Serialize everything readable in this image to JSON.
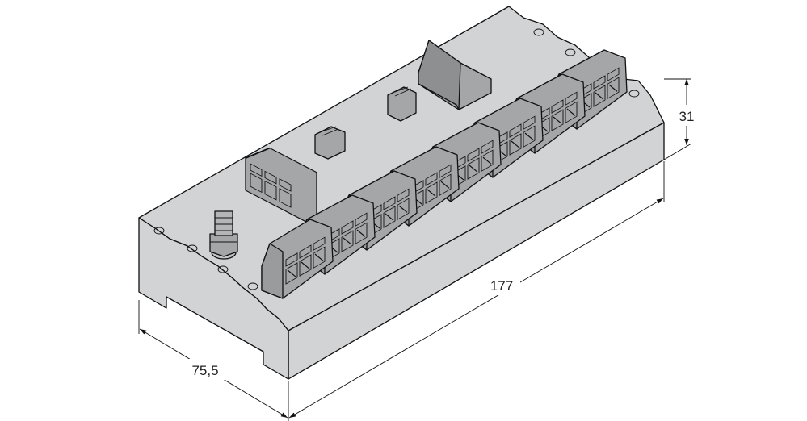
{
  "dimensions": {
    "depth": "75,5",
    "length": "177",
    "height": "31"
  },
  "colors": {
    "housing": "#d2d3d5",
    "connector": "#9a9b9d",
    "connector_top": "#b4b5b7",
    "line": "#111111"
  },
  "front_terminal_blocks": 8
}
